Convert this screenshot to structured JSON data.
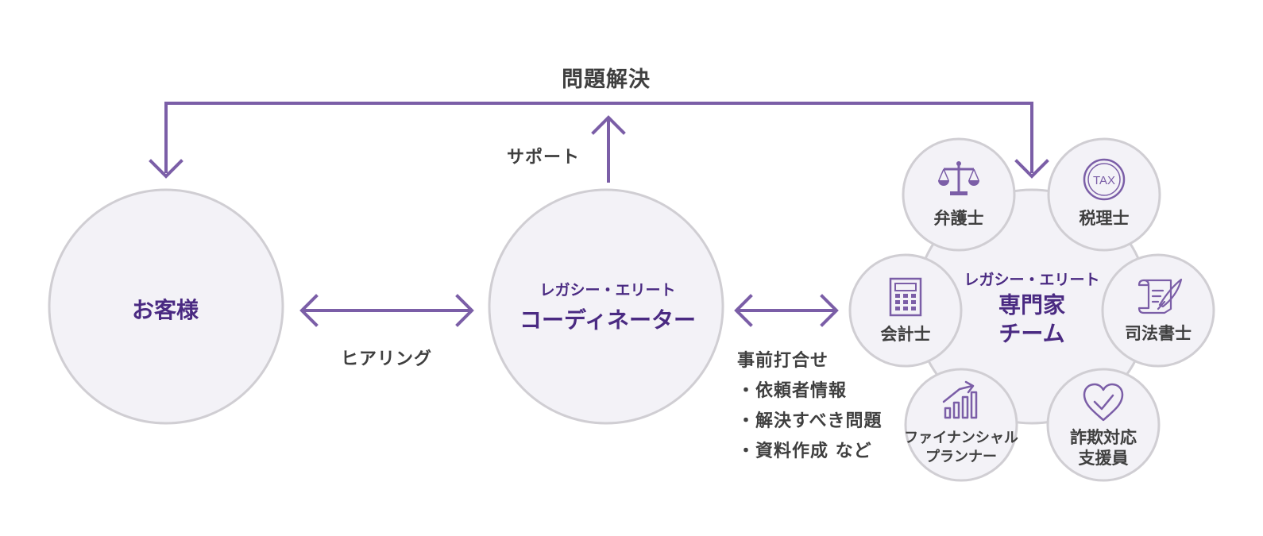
{
  "top_label": "問題解決",
  "support_label": "サポート",
  "hearing_label": "ヒアリング",
  "customer": {
    "label": "お客様"
  },
  "coordinator": {
    "sub": "レガシー・エリート",
    "main": "コーディネーター"
  },
  "team": {
    "sub": "レガシー・エリート",
    "main_line1": "専門家",
    "main_line2": "チーム"
  },
  "notes": {
    "heading": "事前打合せ",
    "items": [
      "・依頼者情報",
      "・解決すべき問題",
      "・資料作成 など"
    ]
  },
  "specialists": [
    {
      "label": "弁護士",
      "icon": "scales-icon"
    },
    {
      "label": "税理士",
      "icon": "tax-icon",
      "icon_text": "TAX"
    },
    {
      "label": "会計士",
      "icon": "calculator-icon"
    },
    {
      "label": "司法書士",
      "icon": "scroll-quill-icon"
    },
    {
      "label_line1": "ファイナンシャル",
      "label_line2": "プランナー",
      "icon": "growth-chart-icon"
    },
    {
      "label_line1": "詐欺対応",
      "label_line2": "支援員",
      "icon": "heart-check-icon"
    }
  ],
  "colors": {
    "accent": "#7b5ea7",
    "text_purple": "#4a2a82",
    "circle_fill": "#f3f2f7",
    "circle_stroke": "#d0ced3",
    "text_gray": "#3f3f3f"
  }
}
